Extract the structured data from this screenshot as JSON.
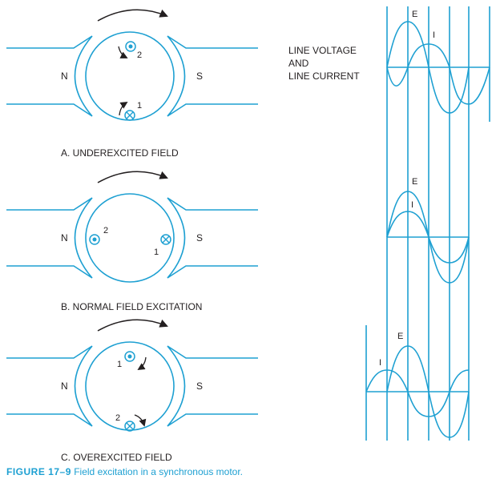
{
  "colors": {
    "line": "#1ea0d2",
    "text": "#231f20",
    "arrow": "#231f20"
  },
  "poles": {
    "north": "N",
    "south": "S"
  },
  "panels": [
    {
      "caption": "A. UNDEREXCITED FIELD",
      "conductor_dot_label": "2",
      "conductor_cross_label": "1"
    },
    {
      "caption": "B. NORMAL FIELD EXCITATION",
      "conductor_dot_label": "2",
      "conductor_cross_label": "1"
    },
    {
      "caption": "C. OVEREXCITED FIELD",
      "conductor_dot_label": "1",
      "conductor_cross_label": "2"
    }
  ],
  "waveforms": {
    "title_lines": [
      "LINE VOLTAGE",
      "AND",
      "LINE CURRENT"
    ],
    "voltage_label": "E",
    "current_label": "I"
  },
  "figure_caption": {
    "number": "FIGURE 17–9",
    "text": "Field excitation in a synchronous motor."
  },
  "icons": [
    "dot-conductor-icon",
    "cross-conductor-icon",
    "rotation-arrow-icon"
  ]
}
